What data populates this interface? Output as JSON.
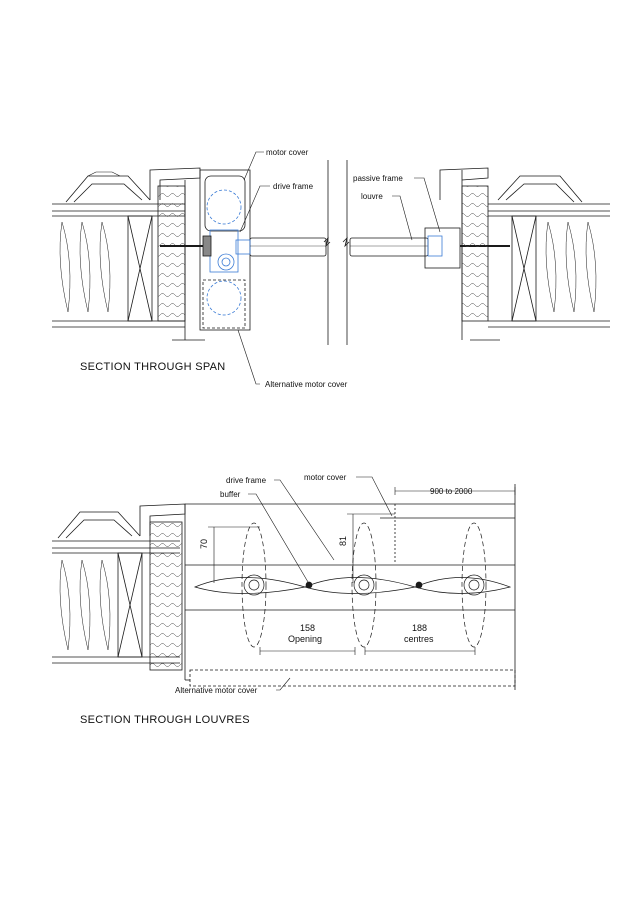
{
  "section_span": {
    "title": "SECTION THROUGH SPAN",
    "labels": {
      "motor_cover": "motor cover",
      "drive_frame": "drive frame",
      "passive_frame": "passive frame",
      "louvre": "louvre",
      "alt_motor_cover": "Alternative motor cover"
    }
  },
  "section_louvres": {
    "title": "SECTION THROUGH LOUVRES",
    "labels": {
      "drive_frame": "drive frame",
      "buffer": "buffer",
      "motor_cover": "motor cover",
      "alt_motor_cover": "Alternative motor cover"
    },
    "dimensions": {
      "span_range": "900 to 2000",
      "height_70": "70",
      "height_81": "81",
      "opening_value": "158",
      "opening_label": "Opening",
      "centres_value": "188",
      "centres_label": "centres"
    }
  },
  "colors": {
    "line": "#1a1a1a",
    "motor_blue": "#3a7bd5"
  }
}
